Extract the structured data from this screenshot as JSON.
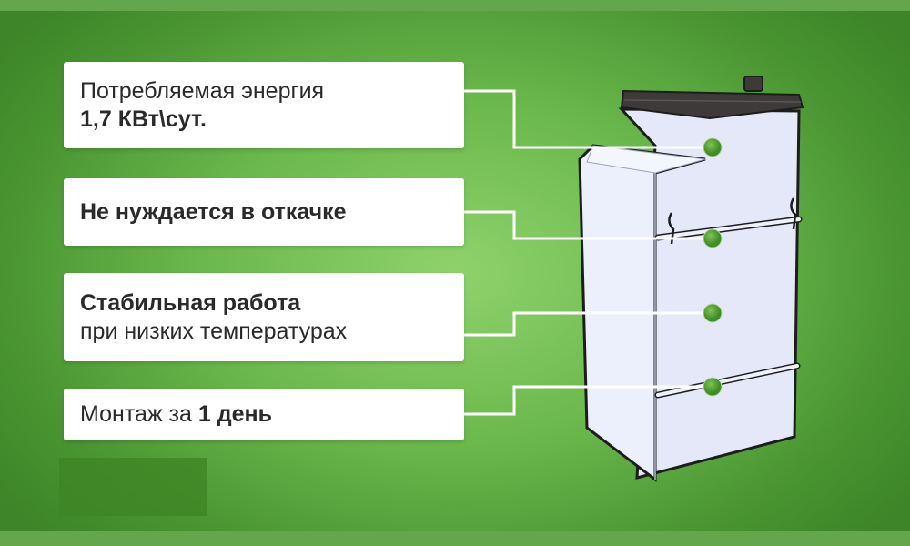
{
  "features": [
    {
      "line1": "Потребляемая энергия",
      "line2_bold": "1,7 КВт\\сут."
    },
    {
      "bold": "Не нуждается в откачке"
    },
    {
      "bold": "Стабильная работа",
      "line2": "при низких температурах"
    },
    {
      "prefix": "Монтаж за ",
      "bold": "1 день"
    }
  ],
  "colors": {
    "accent": "#4a9a2e",
    "background": "#6bb84c",
    "tank": "#e6e9fa",
    "lid": "#3e3a3a"
  }
}
